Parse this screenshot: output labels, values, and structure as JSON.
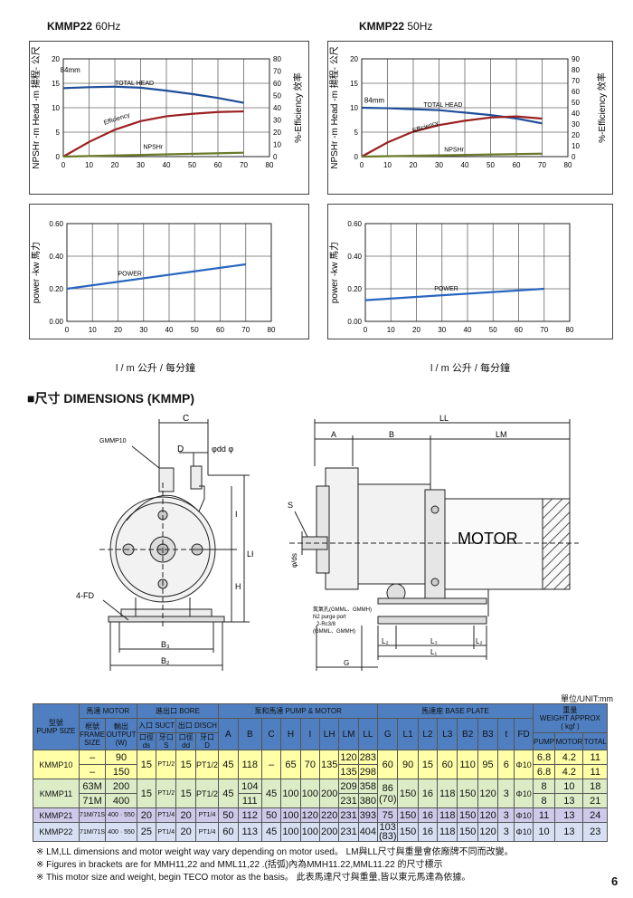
{
  "charts": {
    "left_title": "KMMP22",
    "left_freq": "60Hz",
    "right_title": "KMMP22",
    "right_freq": "50Hz",
    "head_ylabel_left": "NPSHr -m   Head -m 揚程- 公尺",
    "eff_ylabel_right": "%-Efficiency 效率",
    "power_ylabel": "power -kw 馬力",
    "xlabel": "l / m   公升 / 每分鐘",
    "label_total_head": "TOTAL HEAD",
    "label_efficiency": "Efficiency",
    "label_npshr_left": "NPSHr",
    "label_npshr_right": "NPSHr",
    "label_power": "POWER",
    "left_impeller": "84mm",
    "right_impeller": "84mm",
    "x_ticks": [
      "0",
      "10",
      "20",
      "30",
      "40",
      "50",
      "60",
      "70",
      "80"
    ],
    "left_head_ticks": [
      "0",
      "5",
      "10",
      "15",
      "20"
    ],
    "left_eff_ticks": [
      "0",
      "10",
      "20",
      "30",
      "40",
      "50",
      "60",
      "70",
      "80"
    ],
    "right_head_ticks": [
      "0",
      "5",
      "10",
      "15",
      "20"
    ],
    "right_eff_ticks": [
      "0",
      "10",
      "20",
      "30",
      "40",
      "50",
      "60",
      "70",
      "80",
      "90"
    ],
    "power_ticks": [
      "0.00",
      "0.20",
      "0.40",
      "0.60"
    ]
  },
  "chart_data": [
    {
      "type": "line",
      "title": "KMMP22 60Hz",
      "xlabel": "l / m 公升 / 每分鐘",
      "ylabel": "NPSHr -m Head -m 揚程- 公尺",
      "y2label": "%-Efficiency 效率",
      "xlim": [
        0,
        80
      ],
      "ylim": [
        0,
        20
      ],
      "y2lim": [
        0,
        80
      ],
      "series": [
        {
          "name": "TOTAL HEAD",
          "axis": "y",
          "x": [
            0,
            10,
            20,
            30,
            40,
            50,
            60,
            70
          ],
          "y": [
            14.0,
            14.2,
            14.3,
            14.1,
            13.5,
            12.8,
            12.0,
            11.0
          ]
        },
        {
          "name": "Efficiency",
          "axis": "y2",
          "x": [
            0,
            10,
            20,
            30,
            40,
            50,
            60,
            70
          ],
          "y": [
            0,
            12,
            22,
            29,
            33,
            35,
            36.5,
            37
          ]
        },
        {
          "name": "NPSHr",
          "axis": "y",
          "x": [
            0,
            70
          ],
          "y": [
            0,
            0.8
          ]
        }
      ]
    },
    {
      "type": "line",
      "title": "KMMP22 50Hz",
      "xlabel": "l / m 公升 / 每分鐘",
      "ylabel": "NPSHr -m Head -m 揚程- 公尺",
      "y2label": "%-Efficiency 效率",
      "xlim": [
        0,
        80
      ],
      "ylim": [
        0,
        20
      ],
      "y2lim": [
        0,
        90
      ],
      "series": [
        {
          "name": "TOTAL HEAD",
          "axis": "y",
          "x": [
            0,
            10,
            20,
            30,
            40,
            50,
            60,
            70
          ],
          "y": [
            10.0,
            9.9,
            9.7,
            9.5,
            9.0,
            8.5,
            7.8,
            6.8
          ]
        },
        {
          "name": "Efficiency",
          "axis": "y2",
          "x": [
            0,
            10,
            20,
            30,
            40,
            50,
            60,
            70
          ],
          "y": [
            0,
            13,
            23,
            29,
            33,
            36,
            37,
            35
          ]
        },
        {
          "name": "NPSHr",
          "axis": "y",
          "x": [
            0,
            70
          ],
          "y": [
            0,
            0.6
          ]
        }
      ]
    },
    {
      "type": "line",
      "title": "",
      "xlabel": "l / m 公升 / 每分鐘",
      "ylabel": "power -kw 馬力",
      "xlim": [
        0,
        80
      ],
      "ylim": [
        0,
        0.6
      ],
      "series": [
        {
          "name": "POWER",
          "x": [
            0,
            70
          ],
          "y": [
            0.2,
            0.35
          ]
        }
      ]
    },
    {
      "type": "line",
      "title": "",
      "xlabel": "l / m 公升 / 每分鐘",
      "ylabel": "power -kw 馬力",
      "xlim": [
        0,
        80
      ],
      "ylim": [
        0,
        0.6
      ],
      "series": [
        {
          "name": "POWER",
          "x": [
            0,
            70
          ],
          "y": [
            0.13,
            0.2
          ]
        }
      ]
    }
  ],
  "dimensions": {
    "title": "■尺寸 DIMENSIONS (KMMP)",
    "labels": {
      "C": "C",
      "D": "D",
      "gmmp10": "GMMP10",
      "phi_dd": "φdd φ",
      "I": "I",
      "LH": "LH",
      "H": "H",
      "fd": "4-FD",
      "B3": "B₃",
      "B2": "B₂",
      "LL": "LL",
      "A": "A",
      "B": "B",
      "LM": "LM",
      "S": "S",
      "phi_ds": "φ/ds",
      "motor": "MOTOR",
      "vent1": "氮氣孔(GMML、GMMH)",
      "vent2": "N2 purge port",
      "vent3": "2-Rc3/8",
      "vent4": "(GMML、GMMH)",
      "L2a": "L₂",
      "L3": "L₃",
      "L2b": "L₂",
      "G": "G",
      "L1": "L₁"
    }
  },
  "table": {
    "unit": "單位/UNIT:mm",
    "h_model": "型號\nPUMP SIZE",
    "h_motor": "馬達 MOTOR",
    "h_bore": "進出口 BORE",
    "h_pump_motor": "泵和馬達 PUMP & MOTOR",
    "h_base": "馬達座 BASE PLATE",
    "h_weight": "重量\nWEIGHT APPROX\n( kgf )",
    "h_frame": "框號\nFRAME\nSIZE",
    "h_output": "輸出\nOUTPUT\n(W)",
    "h_suct": "入口 SUCT",
    "h_disch": "出口 DISCH",
    "h_ds": "口徑\nds",
    "h_s": "牙口\nS",
    "h_dd": "口徑\ndd",
    "h_d": "牙口\nD",
    "cols": [
      "A",
      "B",
      "C",
      "H",
      "I",
      "LH",
      "LM",
      "LL",
      "G",
      "L1",
      "L2",
      "L3",
      "B2",
      "B3",
      "t",
      "FD"
    ],
    "h_pump": "PUMP",
    "h_motorw": "MOTOR",
    "h_total": "TOTAL",
    "rows": [
      {
        "model": "KMMP10",
        "frame1": "–",
        "out1": "90",
        "frame2": "–",
        "out2": "150",
        "ds": "15",
        "s": "PT1/2",
        "dd": "15",
        "d": "PT1/2",
        "A": "45",
        "B": "118",
        "C": "–",
        "H": "65",
        "I": "70",
        "LH": "135",
        "LM1": "120",
        "LL1": "283",
        "LM2": "135",
        "LL2": "298",
        "G": "60",
        "L1": "90",
        "L2": "15",
        "L3": "60",
        "B2": "110",
        "B3": "95",
        "t": "6",
        "FD": "Φ10",
        "pump1": "6.8",
        "motor1": "4.2",
        "total1": "11",
        "pump2": "6.8",
        "motor2": "4.2",
        "total2": "11"
      },
      {
        "model": "KMMP11",
        "frame1": "63M",
        "out1": "200",
        "frame2": "71M",
        "out2": "400",
        "ds": "15",
        "s": "PT1/2",
        "dd": "15",
        "d": "PT1/2",
        "A": "45",
        "B1": "104",
        "B2v": "111",
        "C": "45",
        "H": "100",
        "I": "100",
        "LH": "200",
        "LM1": "209",
        "LL1": "358",
        "LM2": "231",
        "LL2": "380",
        "G": "86\n(70)",
        "L1": "150",
        "L2": "16",
        "L3": "118",
        "B2": "150",
        "B3": "120",
        "t": "3",
        "FD": "Φ10",
        "pump1": "8",
        "motor1": "10",
        "total1": "18",
        "pump2": "8",
        "motor2": "13",
        "total2": "21"
      },
      {
        "model": "KMMP21",
        "frame": "71M/71S",
        "out": "400 · 550",
        "ds": "20",
        "s": "PT1/4",
        "dd": "20",
        "d": "PT1/4",
        "A": "50",
        "B": "112",
        "C": "50",
        "H": "100",
        "I": "120",
        "LH": "220",
        "LM": "231",
        "LL": "393",
        "G": "75",
        "L1": "150",
        "L2": "16",
        "L3": "118",
        "B2": "150",
        "B3": "120",
        "t": "3",
        "FD": "Φ10",
        "pump": "11",
        "motor": "13",
        "total": "24"
      },
      {
        "model": "KMMP22",
        "frame": "71M/71S",
        "out": "400 · 550",
        "ds": "25",
        "s": "PT1/4",
        "dd": "20",
        "d": "PT1/4",
        "A": "60",
        "B": "113",
        "C": "45",
        "H": "100",
        "I": "100",
        "LH": "200",
        "LM": "231",
        "LL": "404",
        "G": "103\n(83)",
        "L1": "150",
        "L2": "16",
        "L3": "118",
        "B2": "150",
        "B3": "120",
        "t": "3",
        "FD": "Φ10",
        "pump": "10",
        "motor": "13",
        "total": "23"
      }
    ]
  },
  "notes": [
    "※  LM,LL dimensions and motor weight way vary depending on motor used。 LM與LL尺寸與重量會依廠牌不同而改變。",
    "※  Figures in brackets are for MMH11,22 and MML11,22 .(括弧)內為MMH11.22,MML11.22 的尺寸標示",
    "※ This motor size and weight, begin TECO motor as the basis。 此表馬達尺寸與重量,皆以東元馬達為依據。"
  ],
  "page_number": "6",
  "colors": {
    "head": "#1f4e9a",
    "efficiency": "#9b2020",
    "npshr": "#6a7a2a",
    "power": "#2a66c0",
    "header_blue": "#4f7fc0"
  }
}
